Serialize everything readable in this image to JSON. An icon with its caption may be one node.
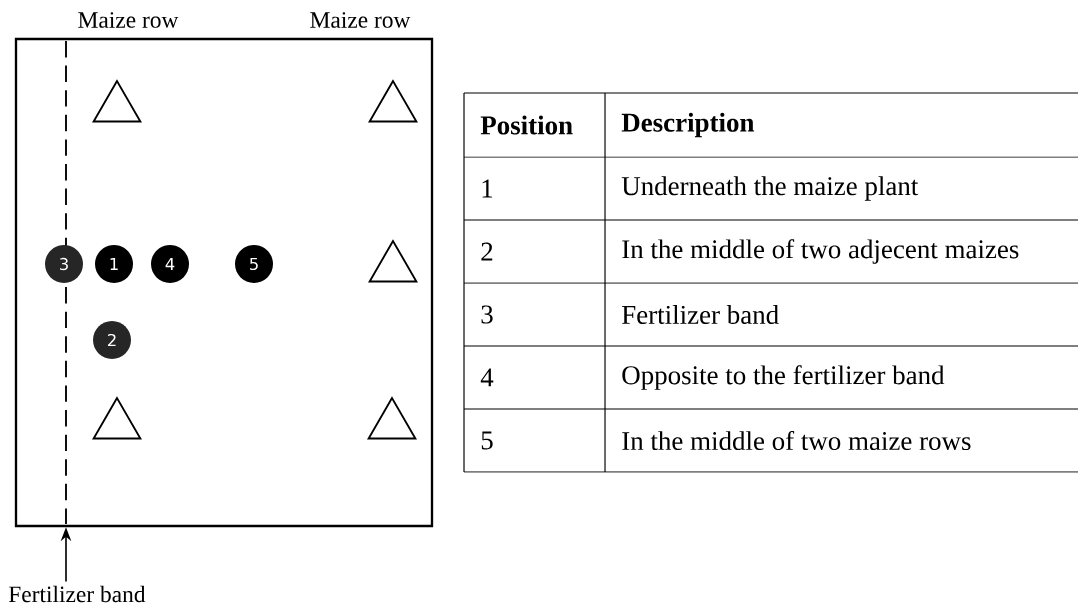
{
  "diagram": {
    "nodes": [
      {
        "text": [],
        "shape": "box"
      },
      {
        "text": [],
        "shape": "triangle",
        "in": 0
      },
      {
        "text": [],
        "shape": "triangle",
        "in": 0
      },
      {
        "text": [
          "3"
        ],
        "in": 0
      },
      {
        "text": [
          "1"
        ],
        "in": 0
      },
      {
        "text": [
          "4"
        ],
        "in": 0
      },
      {
        "text": [
          "5"
        ],
        "in": 0
      },
      {
        "text": [],
        "shape": "triangle",
        "in": 0
      },
      {
        "text": [
          "2"
        ],
        "in": 0
      },
      {
        "text": [],
        "shape": "triangle",
        "in": 0
      },
      {
        "text": [],
        "shape": "triangle",
        "in": 0
      },
      {
        "text": [
          "Fertilizer band"
        ]
      }
    ],
    "edges": [
      {
        "from": 11,
        "to": 0,
        "arrow": "to"
      }
    ],
    "labels": [
      "Maize row",
      "Maize row",
      "Position",
      "Description",
      "1",
      "Underneath the maize plant",
      "2",
      "In the middle of two adjecent maizes",
      "3",
      "Fertilizer band",
      "4",
      "Opposite to the fertilizer band",
      "5",
      "In the middle of two maize rows"
    ]
  }
}
